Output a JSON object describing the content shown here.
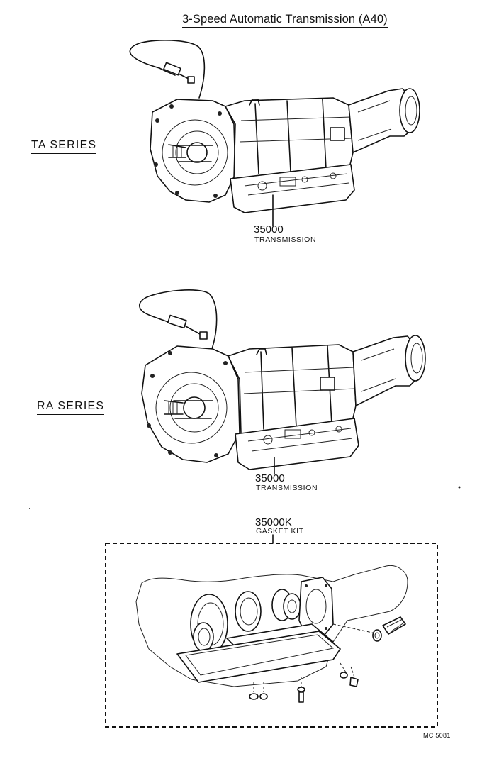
{
  "title": "3-Speed Automatic Transmission (A40)",
  "ta": {
    "series": "TA SERIES",
    "part_number": "35000",
    "part_name": "TRANSMISSION"
  },
  "ra": {
    "series": "RA SERIES",
    "part_number": "35000",
    "part_name": "TRANSMISSION"
  },
  "kit": {
    "part_number": "35000K",
    "part_name": "GASKET KIT"
  },
  "diagram_code": "MC 5081"
}
